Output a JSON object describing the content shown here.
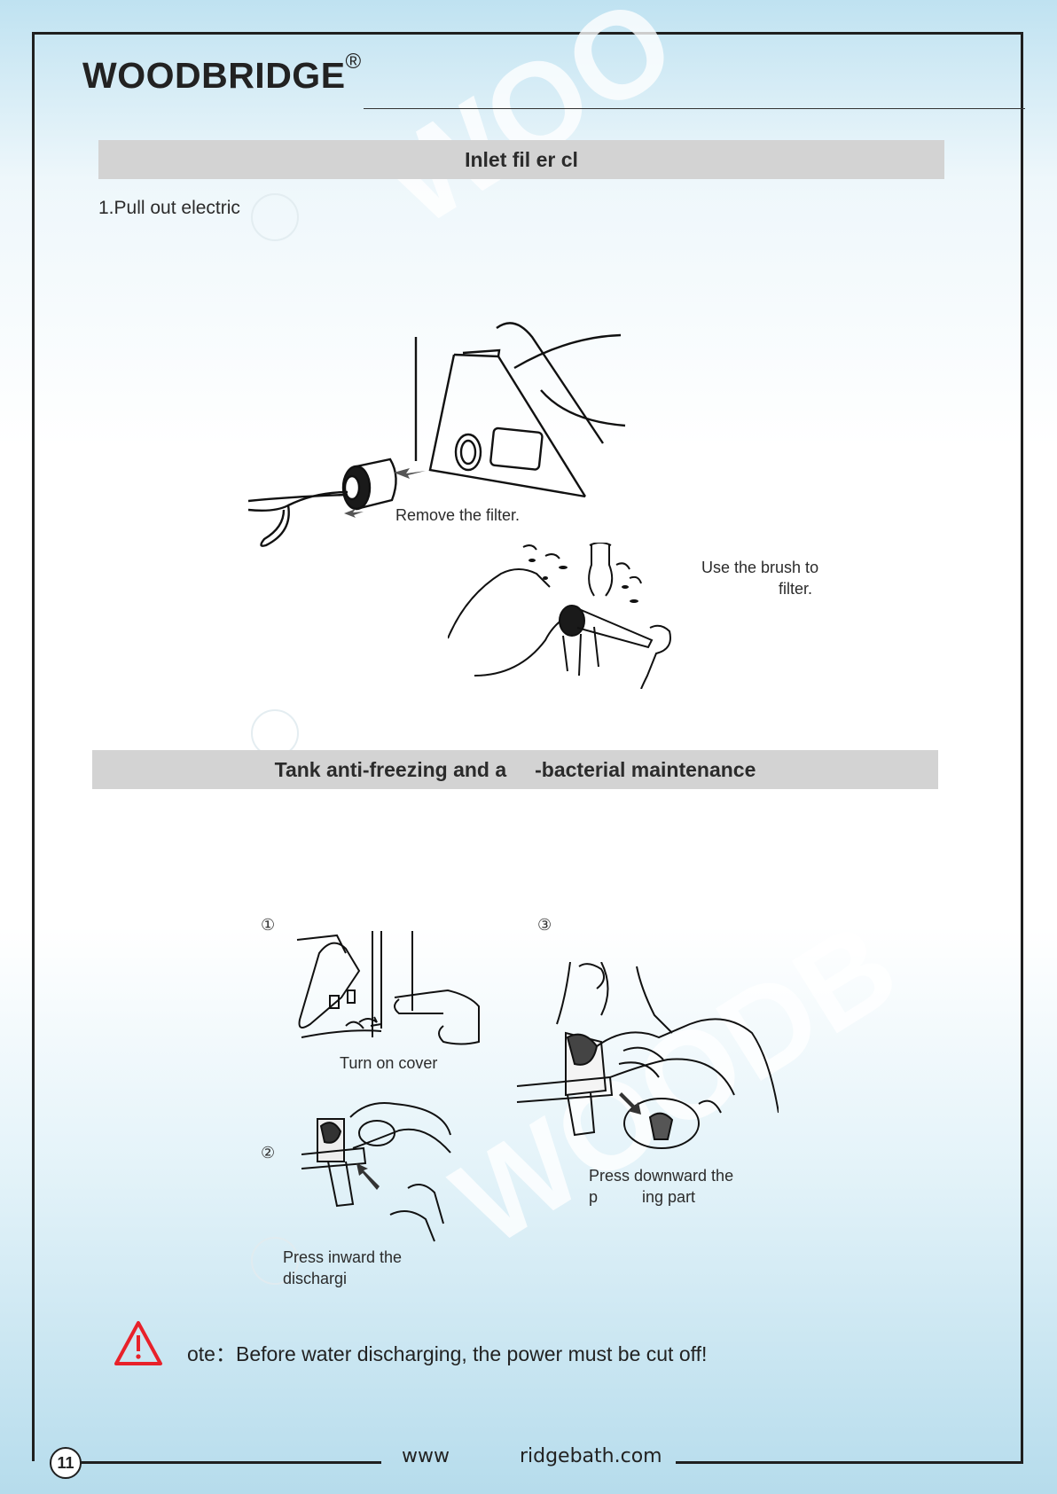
{
  "header": {
    "brand": "WOODBRIDGE",
    "registered_mark": "®"
  },
  "watermarks": [
    "WOO",
    "WOODB",
    "WOODB"
  ],
  "section1": {
    "title": "Inlet fil er cl",
    "step1": "1.Pull out electric",
    "caption_remove": "Remove the filter.",
    "caption_brush_line1": "Use the brush to",
    "caption_brush_line2": "filter."
  },
  "section2": {
    "title": "Tank anti-freezing and a     -bacterial maintenance",
    "marker1": "①",
    "marker2": "②",
    "marker3": "③",
    "caption_cover": "Turn on cover",
    "caption_press_inward_line1": "Press inward the",
    "caption_press_inward_line2": "dischargi",
    "caption_press_down_line1": "Press downward the",
    "caption_press_down_line2": "p          ing part"
  },
  "note": {
    "icon": "warning-triangle-icon",
    "text": "ote：Before water discharging, the power must be cut off!"
  },
  "footer": {
    "url": "www ridgebath.com",
    "page_number": "11"
  },
  "colors": {
    "warning_red": "#e8212a",
    "section_bar": "#d3d3d3"
  }
}
